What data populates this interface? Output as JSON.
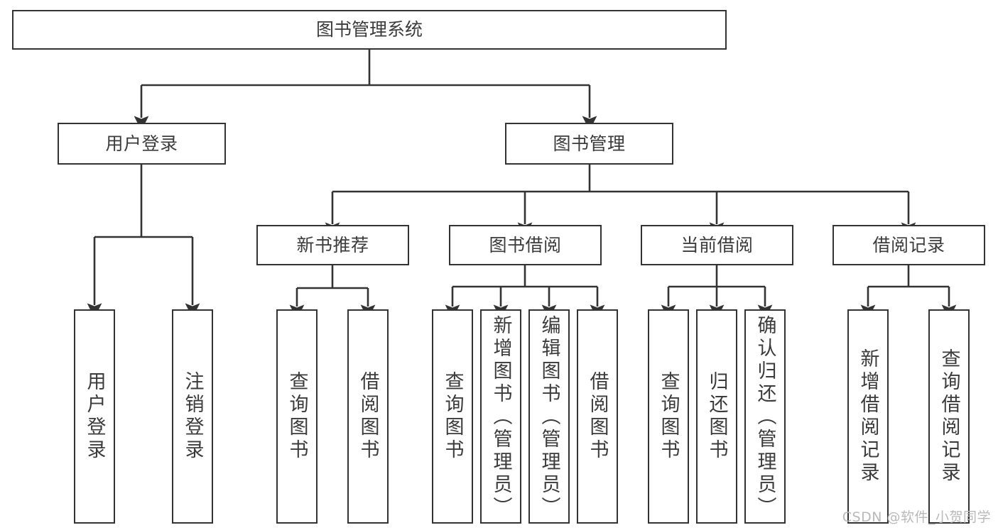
{
  "diagram": {
    "title": "图书管理系统",
    "type": "tree-hierarchy-chart",
    "watermark": "CSDN @软件_小贺同学",
    "line_color": "#333333",
    "text_color": "#3b3b3b",
    "background": "#ffffff"
  },
  "nodes": {
    "root": {
      "label": "图书管理系统"
    },
    "level1": [
      {
        "label": "用户登录"
      },
      {
        "label": "图书管理"
      }
    ],
    "level2": [
      {
        "label": "新书推荐"
      },
      {
        "label": "图书借阅"
      },
      {
        "label": "当前借阅"
      },
      {
        "label": "借阅记录"
      }
    ],
    "leaves": {
      "user_login": [
        {
          "label": "用户登录"
        },
        {
          "label": "注销登录"
        }
      ],
      "new_book_recommend": [
        {
          "label": "查询图书"
        },
        {
          "label": "借阅图书"
        }
      ],
      "book_borrow": [
        {
          "label": "查询图书"
        },
        {
          "label": "新增图书（管理员）"
        },
        {
          "label": "编辑图书（管理员）"
        },
        {
          "label": "借阅图书"
        }
      ],
      "current_borrow": [
        {
          "label": "查询图书"
        },
        {
          "label": "归还图书"
        },
        {
          "label": "确认归还（管理员）"
        }
      ],
      "borrow_record": [
        {
          "label": "新增借阅记录"
        },
        {
          "label": "查询借阅记录"
        }
      ]
    }
  },
  "chart_data": {
    "type": "table",
    "title": "图书管理系统",
    "hierarchy": [
      {
        "name": "图书管理系统",
        "children": [
          {
            "name": "用户登录",
            "children": [
              {
                "name": "用户登录"
              },
              {
                "name": "注销登录"
              }
            ]
          },
          {
            "name": "图书管理",
            "children": [
              {
                "name": "新书推荐",
                "children": [
                  {
                    "name": "查询图书"
                  },
                  {
                    "name": "借阅图书"
                  }
                ]
              },
              {
                "name": "图书借阅",
                "children": [
                  {
                    "name": "查询图书"
                  },
                  {
                    "name": "新增图书（管理员）"
                  },
                  {
                    "name": "编辑图书（管理员）"
                  },
                  {
                    "name": "借阅图书"
                  }
                ]
              },
              {
                "name": "当前借阅",
                "children": [
                  {
                    "name": "查询图书"
                  },
                  {
                    "name": "归还图书"
                  },
                  {
                    "name": "确认归还（管理员）"
                  }
                ]
              },
              {
                "name": "借阅记录",
                "children": [
                  {
                    "name": "新增借阅记录"
                  },
                  {
                    "name": "查询借阅记录"
                  }
                ]
              }
            ]
          }
        ]
      }
    ]
  }
}
